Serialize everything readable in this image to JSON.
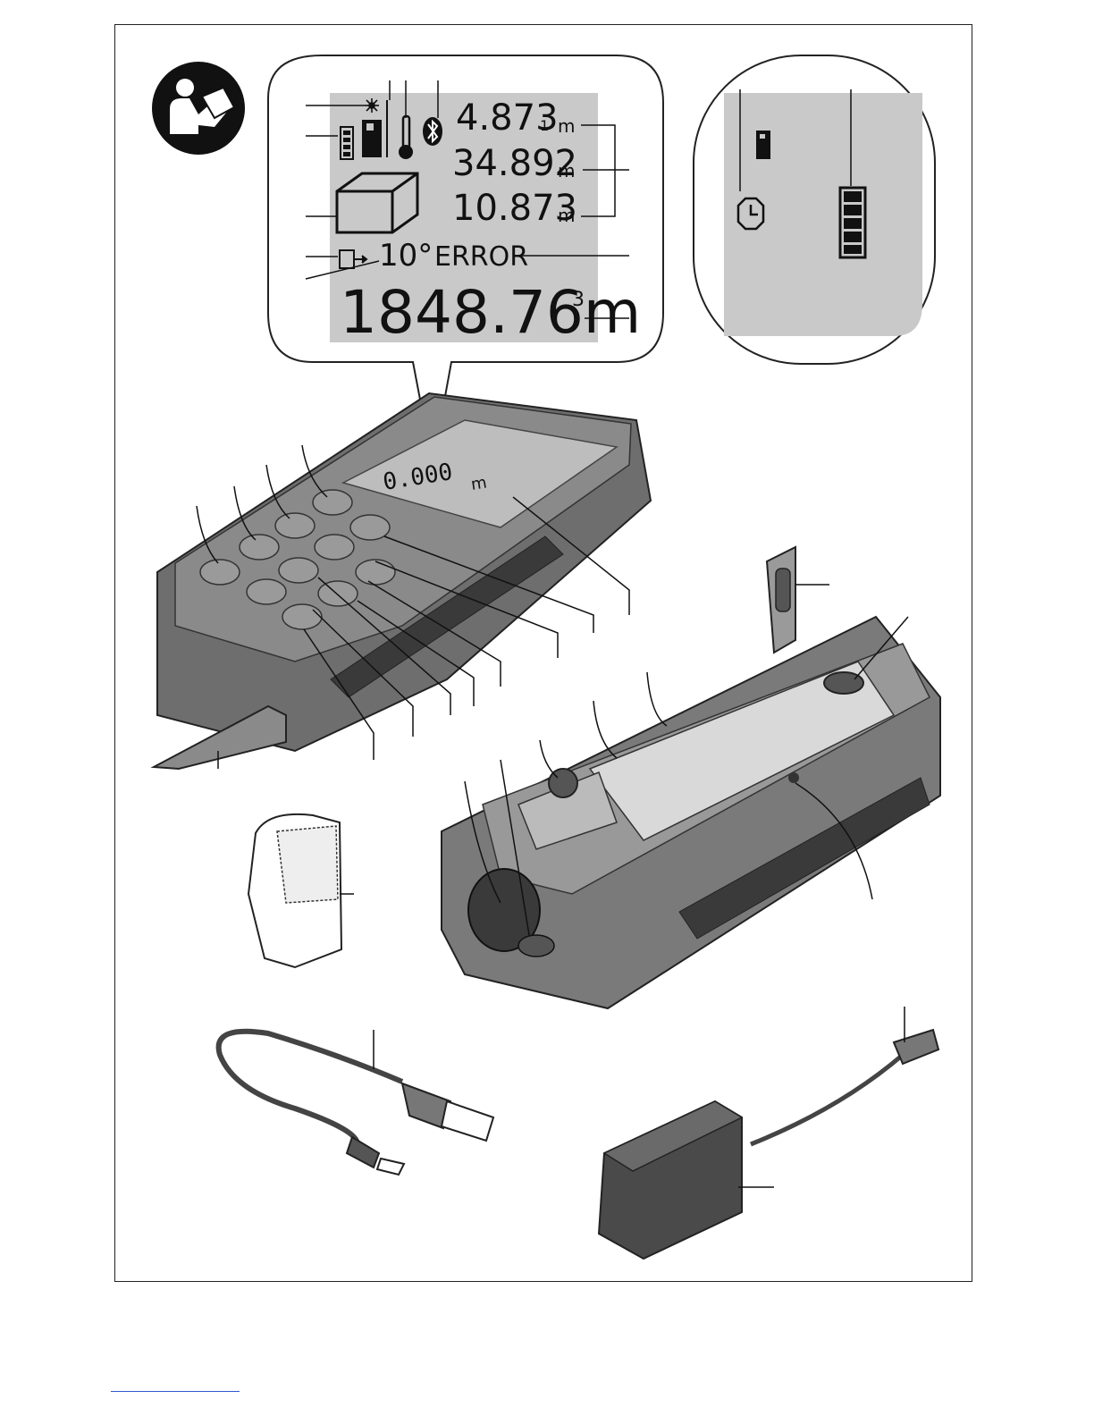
{
  "display": {
    "line1": "4.873",
    "line1_sub": "1",
    "line2": "34.892",
    "line3": "10.873",
    "unit_m": "m",
    "angle": "10°",
    "error": "ERROR",
    "result": "1848.76m",
    "result_exp": "3"
  },
  "device_screen": {
    "reading": "0.000",
    "unit": "m"
  },
  "icons": {
    "manual": "read-manual-icon",
    "laser": "laser-on-icon",
    "battery": "battery-icon",
    "reference": "reference-level-icon",
    "temperature": "thermometer-icon",
    "bluetooth": "bluetooth-icon",
    "volume": "volume-measurement-icon",
    "memory": "memory-list-icon",
    "timer": "timer-icon",
    "charge": "charge-level-icon"
  },
  "colors": {
    "lcd": "#c9c9c9",
    "ink": "#111111",
    "device_body": "#6e6e6e",
    "device_dark": "#3a3a3a"
  }
}
